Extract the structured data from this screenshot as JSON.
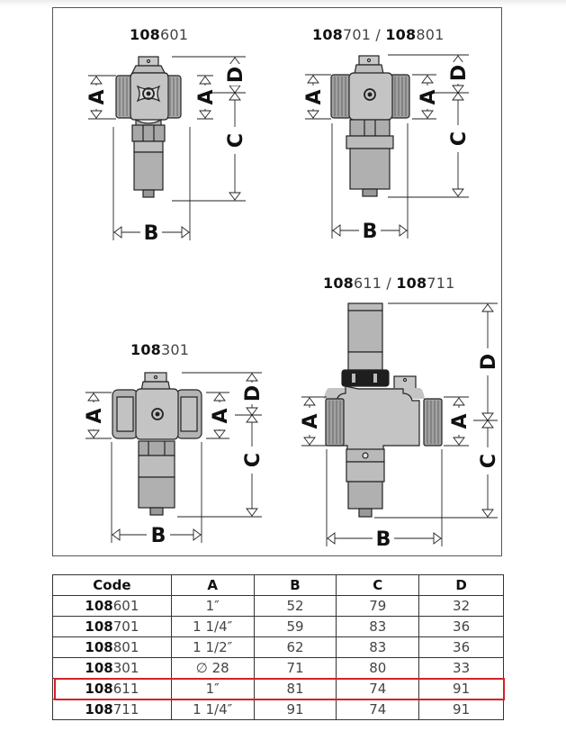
{
  "document": {
    "highlight_color": "#d62027",
    "drawings": [
      {
        "title_bold": "108",
        "title_light": "601",
        "labels": {
          "a": "A",
          "b": "B",
          "c": "C",
          "d": "D"
        }
      },
      {
        "title_bold": "108",
        "title_light": "701",
        "separator": " / ",
        "title_bold_2": "108",
        "title_light_2": "801",
        "labels": {
          "a": "A",
          "b": "B",
          "c": "C",
          "d": "D"
        }
      },
      {
        "title_bold": "108",
        "title_light": "301",
        "labels": {
          "a": "A",
          "b": "B",
          "c": "C",
          "d": "D"
        }
      },
      {
        "title_bold": "108",
        "title_light": "611",
        "separator": " / ",
        "title_bold_2": "108",
        "title_light_2": "711",
        "labels": {
          "a": "A",
          "b": "B",
          "c": "C",
          "d": "D"
        }
      }
    ],
    "table": {
      "headers": [
        "Code",
        "A",
        "B",
        "C",
        "D"
      ],
      "rows": [
        {
          "code_bold": "108",
          "code_light": "601",
          "a": "1″",
          "b": "52",
          "c": "79",
          "d": "32"
        },
        {
          "code_bold": "108",
          "code_light": "701",
          "a": "1 1/4″",
          "b": "59",
          "c": "83",
          "d": "36"
        },
        {
          "code_bold": "108",
          "code_light": "801",
          "a": "1 1/2″",
          "b": "62",
          "c": "83",
          "d": "36"
        },
        {
          "code_bold": "108",
          "code_light": "301",
          "a": "∅ 28",
          "b": "71",
          "c": "80",
          "d": "33"
        },
        {
          "code_bold": "108",
          "code_light": "611",
          "a": "1″",
          "b": "81",
          "c": "74",
          "d": "91",
          "highlighted": true
        },
        {
          "code_bold": "108",
          "code_light": "711",
          "a": "1 1/4″",
          "b": "91",
          "c": "74",
          "d": "91"
        }
      ]
    }
  }
}
